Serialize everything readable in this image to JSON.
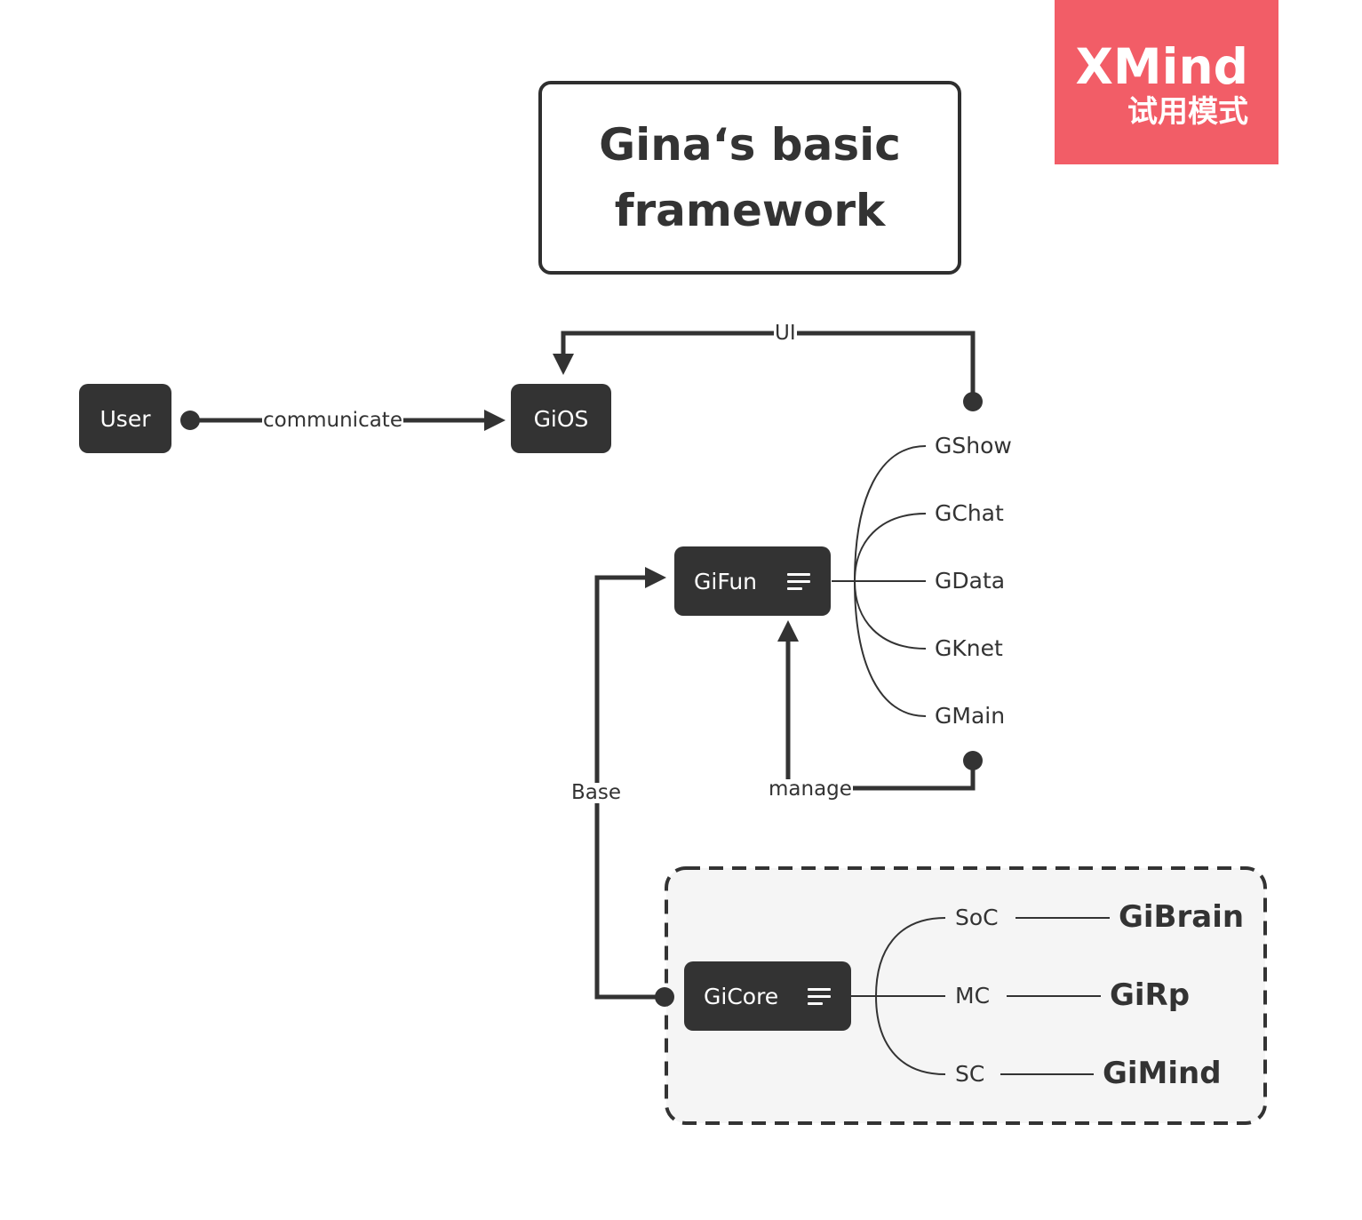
{
  "watermark": {
    "brand": "XMind",
    "mode": "试用模式"
  },
  "title": {
    "line1": "Gina‘s basic",
    "line2": "framework"
  },
  "nodes": {
    "user": "User",
    "gios": "GiOS",
    "gifun": "GiFun",
    "gicore": "GiCore"
  },
  "relationships": {
    "communicate": "communicate",
    "ui": "UI",
    "manage": "manage",
    "base": "Base"
  },
  "gifun_children": [
    "GShow",
    "GChat",
    "GData",
    "GKnet",
    "GMain"
  ],
  "gicore_children": [
    {
      "label": "SoC",
      "leaf": "GiBrain"
    },
    {
      "label": "MC",
      "leaf": "GiRp"
    },
    {
      "label": "SC",
      "leaf": "GiMind"
    }
  ],
  "colors": {
    "node_fill": "#333333",
    "line": "#333333",
    "watermark_bg": "#f25d67",
    "boundary_fill": "#f5f5f5"
  }
}
